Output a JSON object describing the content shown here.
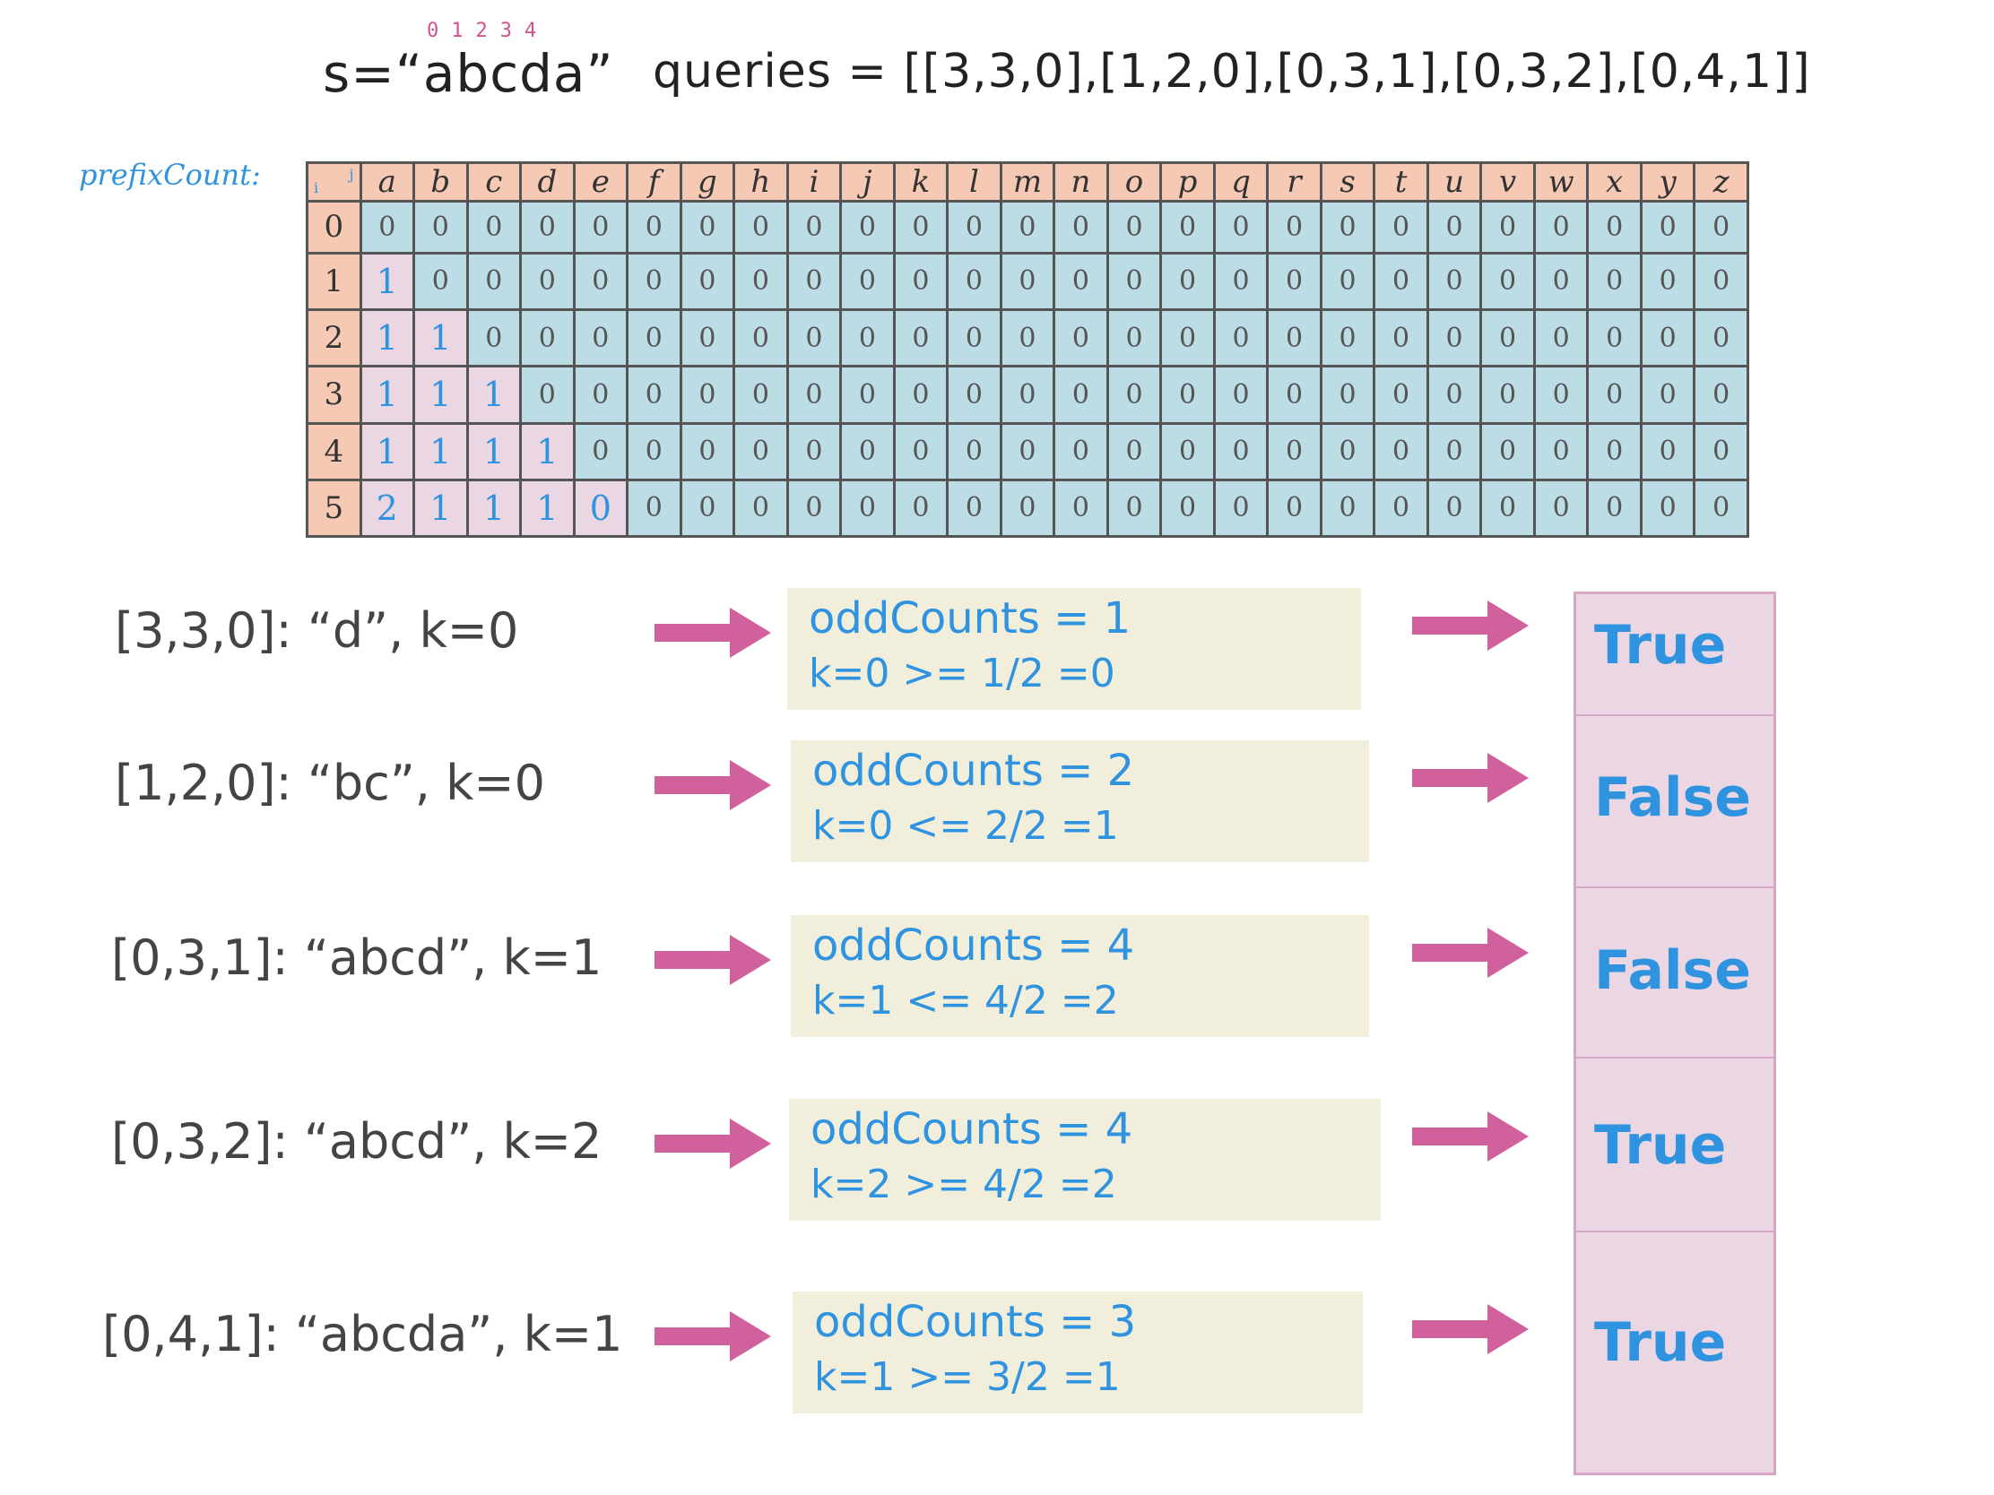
{
  "header": {
    "indices": [
      "0",
      "1",
      "2",
      "3",
      "4"
    ],
    "s_def": "s=“abcda”",
    "queries_def": "queries = [[3,3,0],[1,2,0],[0,3,1],[0,3,2],[0,4,1]]"
  },
  "prefix_label": "prefixCount:",
  "table": {
    "corner_i": "i",
    "corner_j": "j",
    "columns": [
      "a",
      "b",
      "c",
      "d",
      "e",
      "f",
      "g",
      "h",
      "i",
      "j",
      "k",
      "l",
      "m",
      "n",
      "o",
      "p",
      "q",
      "r",
      "s",
      "t",
      "u",
      "v",
      "w",
      "x",
      "y",
      "z"
    ],
    "rows": [
      {
        "index": "0",
        "values": [
          0,
          0,
          0,
          0,
          0,
          0,
          0,
          0,
          0,
          0,
          0,
          0,
          0,
          0,
          0,
          0,
          0,
          0,
          0,
          0,
          0,
          0,
          0,
          0,
          0,
          0
        ]
      },
      {
        "index": "1",
        "values": [
          1,
          0,
          0,
          0,
          0,
          0,
          0,
          0,
          0,
          0,
          0,
          0,
          0,
          0,
          0,
          0,
          0,
          0,
          0,
          0,
          0,
          0,
          0,
          0,
          0,
          0
        ]
      },
      {
        "index": "2",
        "values": [
          1,
          1,
          0,
          0,
          0,
          0,
          0,
          0,
          0,
          0,
          0,
          0,
          0,
          0,
          0,
          0,
          0,
          0,
          0,
          0,
          0,
          0,
          0,
          0,
          0,
          0
        ]
      },
      {
        "index": "3",
        "values": [
          1,
          1,
          1,
          0,
          0,
          0,
          0,
          0,
          0,
          0,
          0,
          0,
          0,
          0,
          0,
          0,
          0,
          0,
          0,
          0,
          0,
          0,
          0,
          0,
          0,
          0
        ]
      },
      {
        "index": "4",
        "values": [
          1,
          1,
          1,
          1,
          0,
          0,
          0,
          0,
          0,
          0,
          0,
          0,
          0,
          0,
          0,
          0,
          0,
          0,
          0,
          0,
          0,
          0,
          0,
          0,
          0,
          0
        ]
      },
      {
        "index": "5",
        "values": [
          2,
          1,
          1,
          1,
          0,
          0,
          0,
          0,
          0,
          0,
          0,
          0,
          0,
          0,
          0,
          0,
          0,
          0,
          0,
          0,
          0,
          0,
          0,
          0,
          0,
          0
        ]
      }
    ]
  },
  "queries": [
    {
      "label": "[3,3,0]:  “d”, k=0",
      "odd": "oddCounts = 1",
      "cond": "k=0 >= 1/2 =0",
      "result": "True"
    },
    {
      "label": "[1,2,0]:  “bc”, k=0",
      "odd": "oddCounts = 2",
      "cond": "k=0 <= 2/2 =1",
      "result": "False"
    },
    {
      "label": "[0,3,1]:  “abcd”, k=1",
      "odd": "oddCounts = 4",
      "cond": "k=1 <= 4/2 =2",
      "result": "False"
    },
    {
      "label": "[0,3,2]:  “abcd”, k=2",
      "odd": "oddCounts = 4",
      "cond": "k=2 >= 4/2 =2",
      "result": "True"
    },
    {
      "label": "[0,4,1]:  “abcda”, k=1",
      "odd": "oddCounts = 3",
      "cond": "k=1 >= 3/2 =1",
      "result": "True"
    }
  ],
  "colors": {
    "arrow": "#d0619d",
    "header_cell": "#f6c9b4",
    "zero_cell": "#bcdde6",
    "count_cell": "#ead7e3",
    "calc_box": "#f1efdc",
    "blue_text": "#2f93e0"
  }
}
